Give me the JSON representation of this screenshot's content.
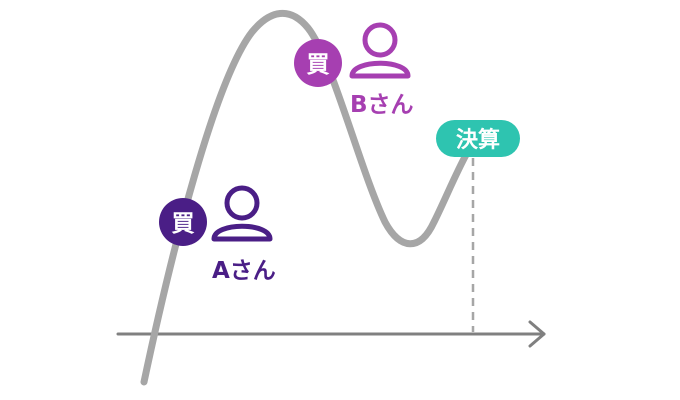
{
  "colors": {
    "curve": "#a6a6a6",
    "axis": "#808080",
    "person_a": "#4a1e86",
    "person_b": "#a63fb1",
    "settlement": "#2ec4b0",
    "background": "#ffffff"
  },
  "person_a": {
    "buy_badge": "買",
    "name": "Aさん",
    "icon": "user-icon"
  },
  "person_b": {
    "buy_badge": "買",
    "name": "Bさん",
    "icon": "user-icon"
  },
  "settlement": {
    "label": "決算"
  },
  "axis": {
    "arrow": "arrow-right-icon"
  }
}
